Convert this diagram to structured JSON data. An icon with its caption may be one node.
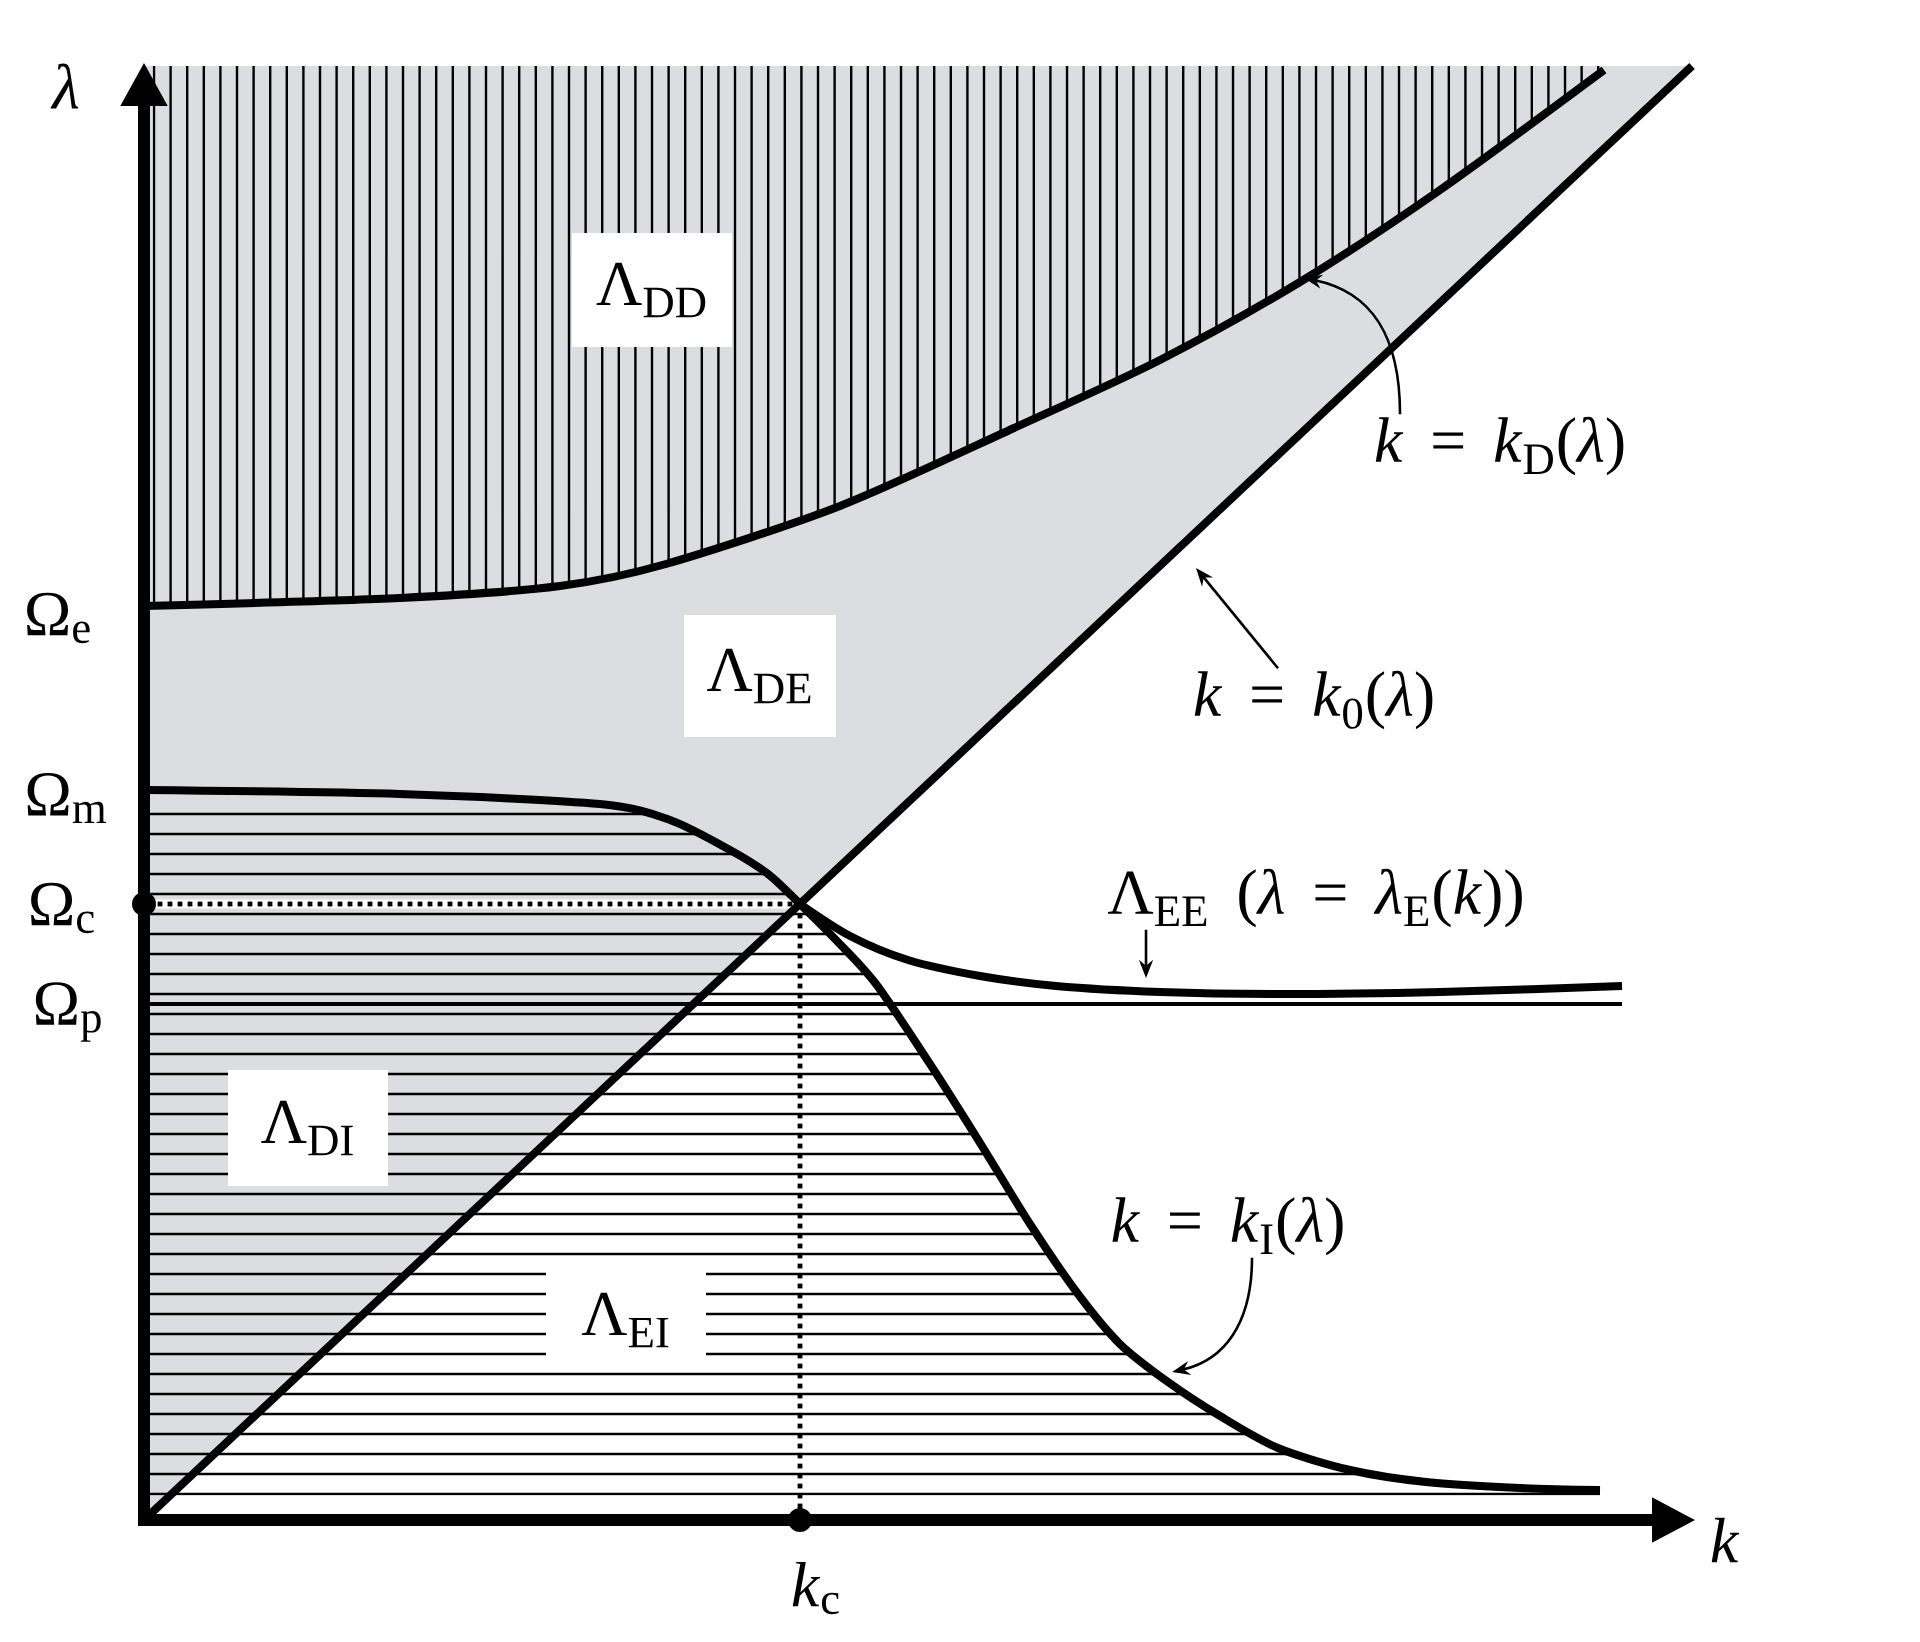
{
  "diagram": {
    "nodes": [
      {
        "text": [
          "*k* = *k*$_{D}$(*λ*)"
        ]
      },
      {
        "text": [
          "*k* = *k*$_{0}$(*λ*)"
        ]
      },
      {
        "text": [
          "Λ$_{EE}$ (*λ* = *λ*$_{E}$(*k*))"
        ]
      },
      {
        "text": [
          "*k* = *k*$_{I}$(*λ*)"
        ]
      }
    ],
    "edges": [
      {
        "from": 0,
        "to": null,
        "arrow": "to"
      },
      {
        "from": 1,
        "to": null,
        "arrow": "to"
      },
      {
        "from": 2,
        "to": null,
        "arrow": "to"
      },
      {
        "from": 3,
        "to": null,
        "arrow": "to"
      }
    ],
    "labels": [
      "λ",
      "Λ$_{DD}$",
      "Ω$_{e}$",
      "Λ$_{DE}$",
      "Ω$_{m}$",
      "Ω$_{c}$",
      "Ω$_{p}$",
      "Λ$_{DI}$",
      "Λ$_{EI}$",
      "*k*$_{c}$",
      "k"
    ]
  }
}
